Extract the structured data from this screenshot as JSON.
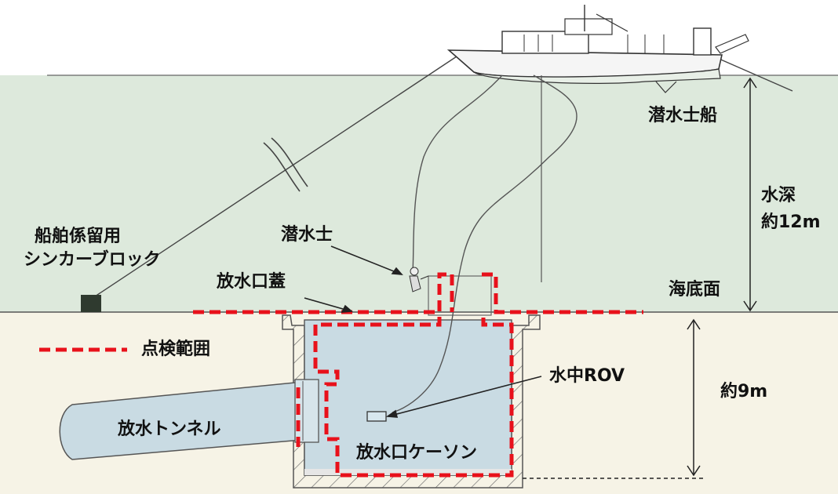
{
  "labels": {
    "diver_boat": "潜水士船",
    "water_depth_line1": "水深",
    "water_depth_line2": "約12m",
    "mooring_line1": "船舶係留用",
    "mooring_line2": "シンカーブロック",
    "diver": "潜水士",
    "outlet_cover": "放水口蓋",
    "seabed": "海底面",
    "inspection_range": "点検範囲",
    "rov": "水中ROV",
    "caisson_depth": "約9m",
    "discharge_tunnel": "放水トンネル",
    "outlet_caisson": "放水口ケーソン"
  },
  "colors": {
    "water": "#dde9dc",
    "sand": "#f6f3e6",
    "concrete": "#ffffff",
    "caisson_water": "#c9dbe3",
    "inspection_line": "#e8111b",
    "outline": "#555555",
    "sinker_block": "#2f3a2f"
  },
  "icons": {
    "vessel": "diver-support-boat",
    "diver": "diver-figure",
    "rov": "underwater-rov"
  }
}
